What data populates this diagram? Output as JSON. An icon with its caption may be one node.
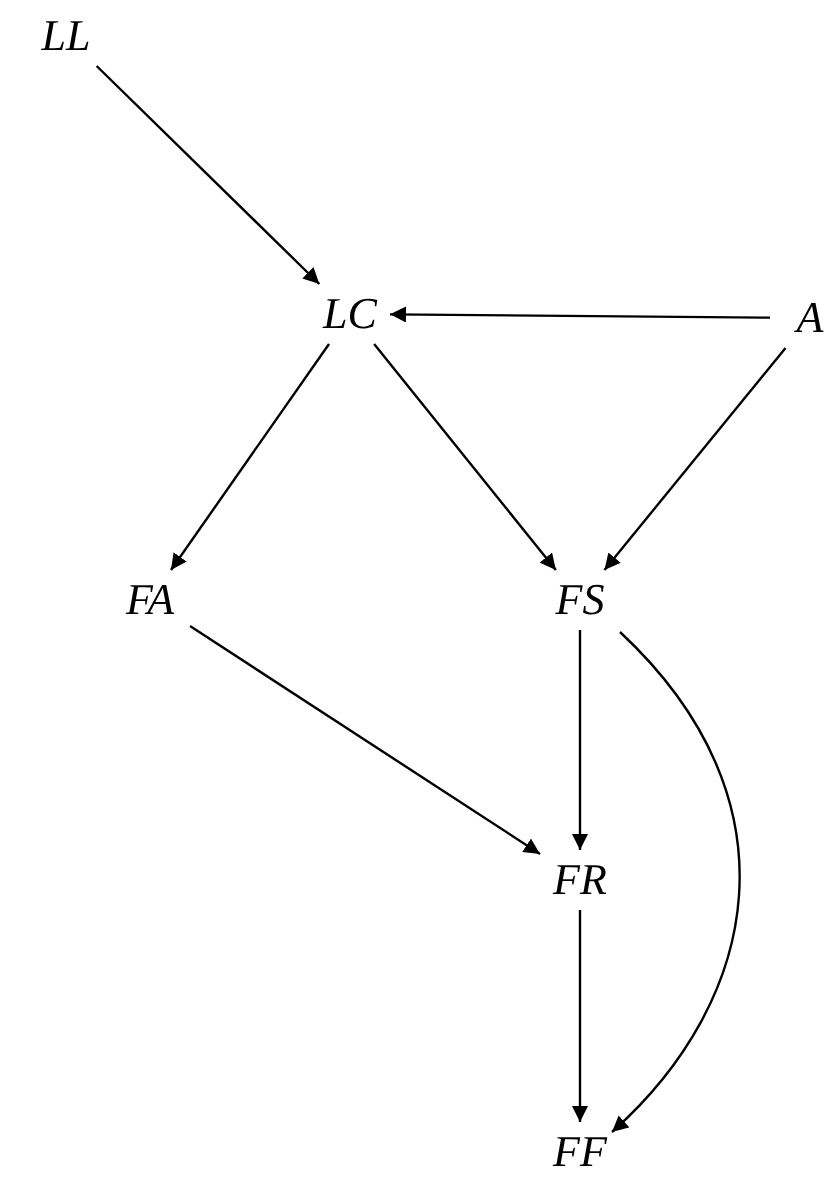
{
  "diagram": {
    "nodes": [
      {
        "text": [
          "LL"
        ]
      },
      {
        "text": [
          "LC"
        ]
      },
      {
        "text": [
          "A"
        ]
      },
      {
        "text": [
          "FA"
        ]
      },
      {
        "text": [
          "FS"
        ]
      },
      {
        "text": [
          "FR"
        ]
      },
      {
        "text": [
          "FF"
        ]
      }
    ],
    "edges": [
      {
        "from": 0,
        "to": 1,
        "arrow": "to"
      },
      {
        "from": 2,
        "to": 1,
        "arrow": "to"
      },
      {
        "from": 1,
        "to": 3,
        "arrow": "to"
      },
      {
        "from": 1,
        "to": 4,
        "arrow": "to"
      },
      {
        "from": 2,
        "to": 4,
        "arrow": "to"
      },
      {
        "from": 3,
        "to": 5,
        "arrow": "to"
      },
      {
        "from": 4,
        "to": 5,
        "arrow": "to"
      },
      {
        "from": 5,
        "to": 6,
        "arrow": "to"
      },
      {
        "from": 4,
        "to": 6,
        "arrow": "to"
      }
    ]
  }
}
